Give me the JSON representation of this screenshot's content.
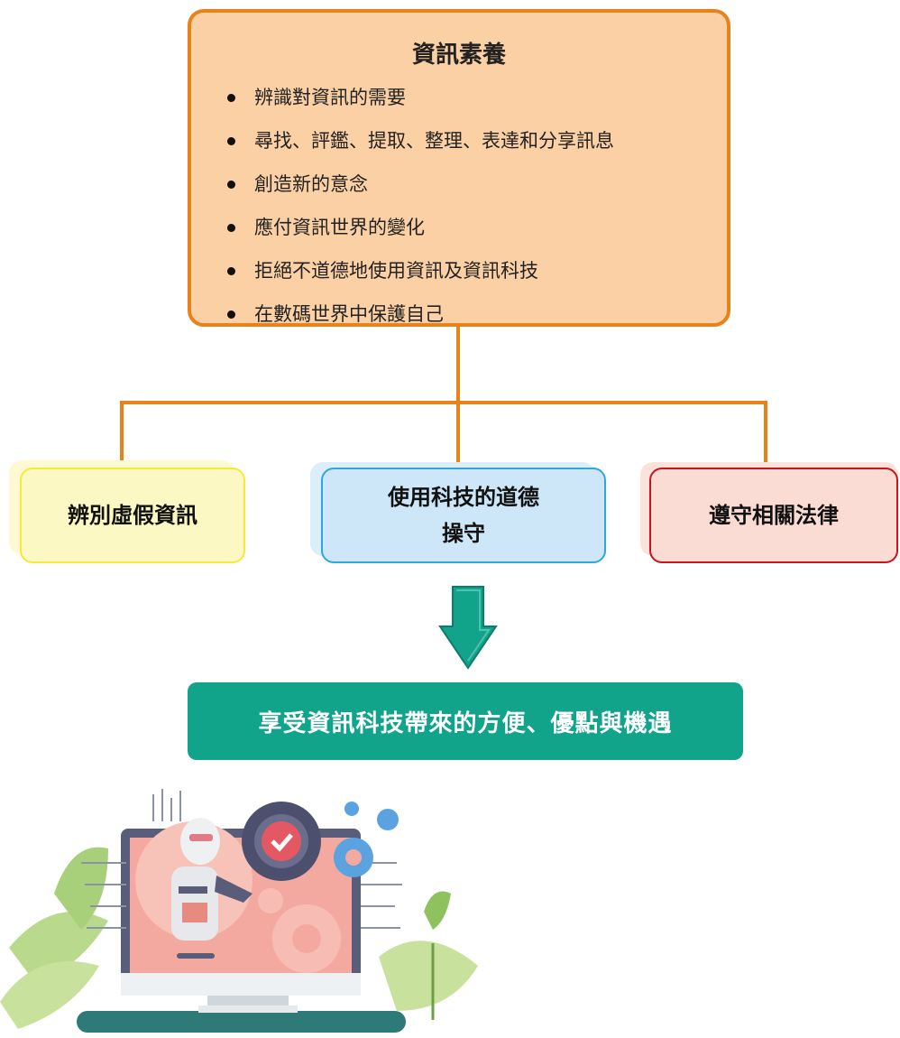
{
  "top_box": {
    "title": "資訊素養",
    "items": [
      "辨識對資訊的需要",
      "尋找、評鑑、提取、整理、表達和分享訊息",
      "創造新的意念",
      "應付資訊世界的變化",
      "拒絕不道德地使用資訊及資訊科技",
      "在數碼世界中保護自己"
    ]
  },
  "categories": [
    {
      "label": "辨別虛假資訊",
      "fill": "#fbf8c3",
      "border": "#f5e93c"
    },
    {
      "label_line1": "使用科技的道德",
      "label_line2": "操守",
      "fill": "#cde7f8",
      "border": "#2fa6dc"
    },
    {
      "label": "遵守相關法律",
      "fill": "#fbdcd4",
      "border": "#c8141b"
    }
  ],
  "result": {
    "text": "享受資訊科技帶來的方便、優點與機遇",
    "fill": "#12a38b"
  },
  "colors": {
    "connector": "#e8821b",
    "top_fill": "#fbd0a4",
    "arrow": "#12a38b"
  },
  "illustration": {
    "icon": "computer-robot-gears-icon"
  }
}
